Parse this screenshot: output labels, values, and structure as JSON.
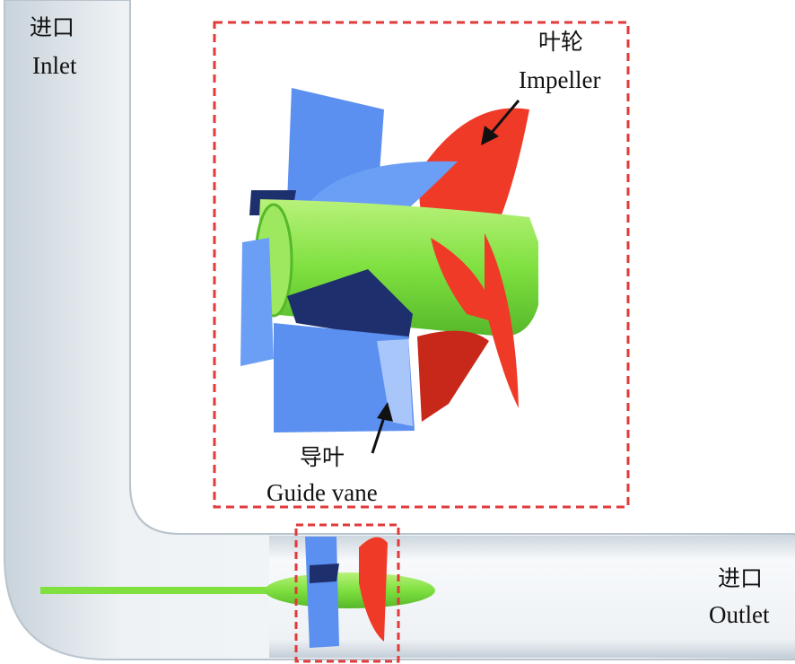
{
  "labels": {
    "inlet_cn": "进口",
    "inlet_en": "Inlet",
    "impeller_cn": "叶轮",
    "impeller_en": "Impeller",
    "guide_vane_cn": "导叶",
    "guide_vane_en": "Guide vane",
    "outlet_cn": "进口",
    "outlet_en": "Outlet"
  },
  "colors": {
    "pipe": "#e9eef2",
    "guide_vane": "#5b8ff0",
    "guide_vane_dark": "#1e2f6e",
    "hub": "#7fe040",
    "impeller": "#f03a28",
    "dashed_box": "#e03a3a"
  }
}
